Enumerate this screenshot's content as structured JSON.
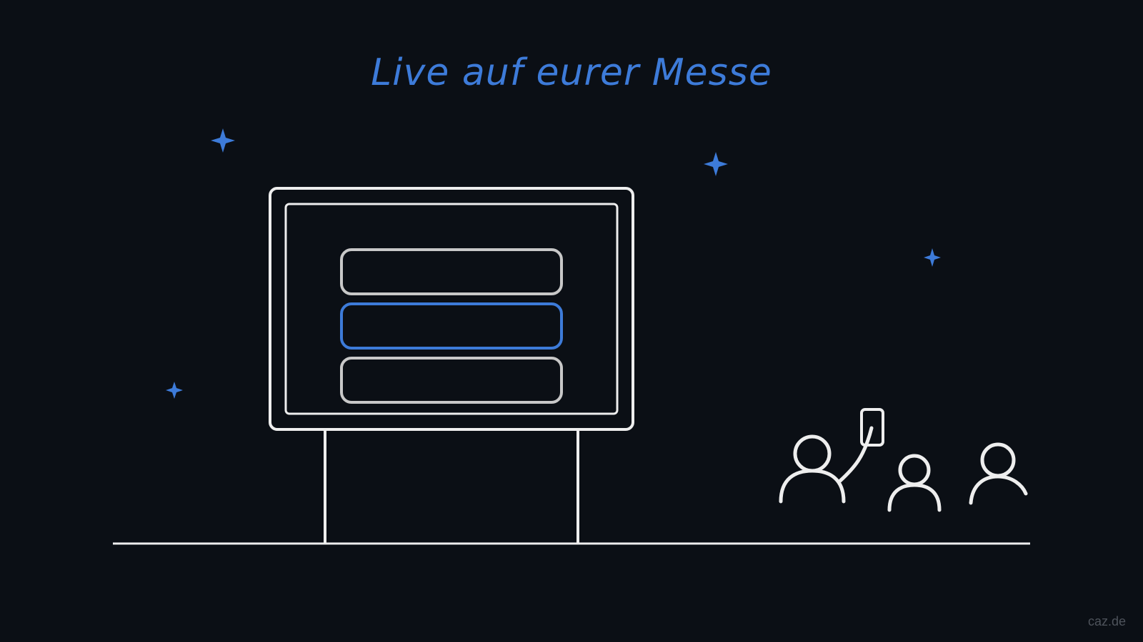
{
  "headline": "Live auf eurer Messe",
  "watermark": "caz.de",
  "colors": {
    "background": "#0b0f15",
    "accent": "#3d7bd9",
    "line": "#eeeeee",
    "inactive_option": "#c8c8c8"
  },
  "screen": {
    "options": [
      {
        "state": "default"
      },
      {
        "state": "selected"
      },
      {
        "state": "default"
      }
    ]
  },
  "icons": {
    "sparkle": "sparkle-icon",
    "person": "person-icon",
    "phone": "phone-icon"
  }
}
